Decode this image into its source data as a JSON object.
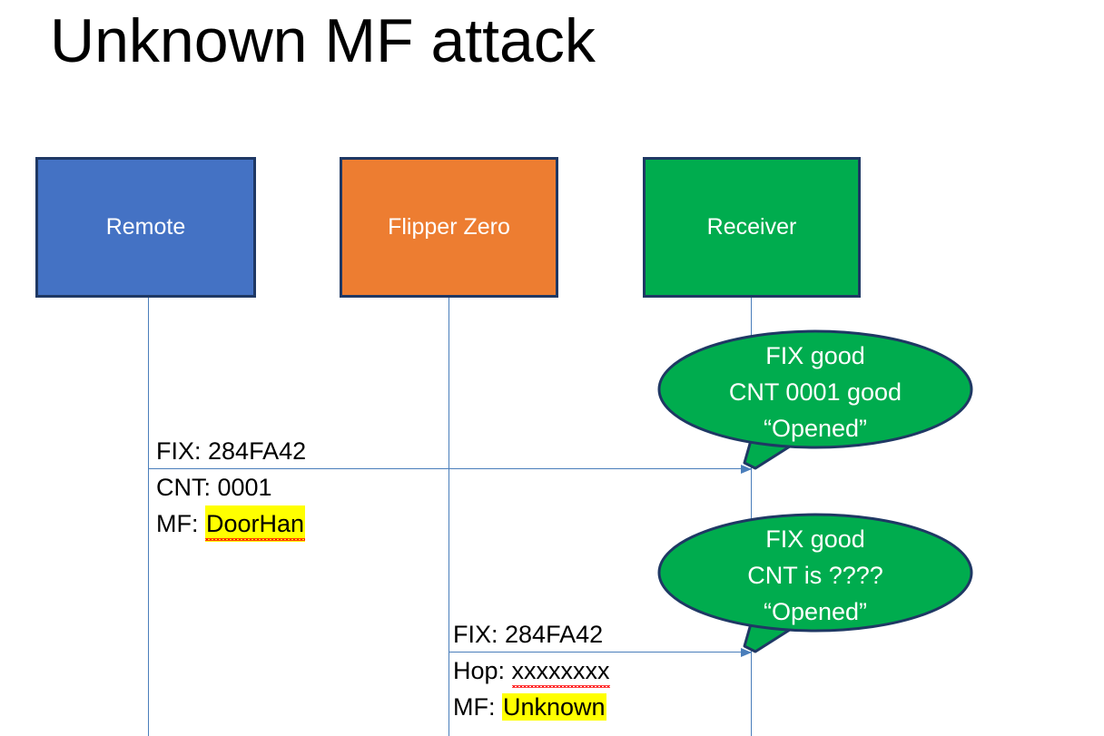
{
  "slide": {
    "title": "Unknown MF attack",
    "background": "#ffffff"
  },
  "colors": {
    "remote_box": "#4472c4",
    "flipper_box": "#ed7d31",
    "receiver_box": "#00ac4e",
    "box_border": "#1f3864",
    "lifeline": "#4a7ebb",
    "arrow": "#4a7ebb",
    "bubble_fill": "#00ac4e",
    "bubble_border": "#1f3864",
    "highlight": "#ffff00",
    "spellcheck_underline": "#ff0000",
    "text_dark": "#000000",
    "text_light": "#ffffff"
  },
  "actors": [
    {
      "id": "remote",
      "label": "Remote"
    },
    {
      "id": "flipper",
      "label": "Flipper Zero"
    },
    {
      "id": "receiver",
      "label": "Receiver"
    }
  ],
  "messages": [
    {
      "id": "msg-1",
      "from": "remote",
      "to": "receiver",
      "lines": [
        {
          "prefix": "FIX: ",
          "value": "284FA42",
          "highlight": false,
          "spellcheck": false
        },
        {
          "prefix": "CNT: ",
          "value": "0001",
          "highlight": false,
          "spellcheck": false
        },
        {
          "prefix": "MF: ",
          "value": "DoorHan",
          "highlight": true,
          "spellcheck": true
        }
      ]
    },
    {
      "id": "msg-2",
      "from": "flipper",
      "to": "receiver",
      "lines": [
        {
          "prefix": "FIX: ",
          "value": "284FA42",
          "highlight": false,
          "spellcheck": false
        },
        {
          "prefix": "Hop: ",
          "value": "xxxxxxxx",
          "highlight": false,
          "spellcheck": true
        },
        {
          "prefix": "MF: ",
          "value": "Unknown",
          "highlight": true,
          "spellcheck": false
        }
      ]
    }
  ],
  "bubbles": [
    {
      "id": "bubble-1",
      "attached_to": "msg-1",
      "line1": "FIX good",
      "line2": "CNT 0001 good",
      "line3": "“Opened”"
    },
    {
      "id": "bubble-2",
      "attached_to": "msg-2",
      "line1": "FIX good",
      "line2": "CNT is ????",
      "line3": "“Opened”"
    }
  ]
}
